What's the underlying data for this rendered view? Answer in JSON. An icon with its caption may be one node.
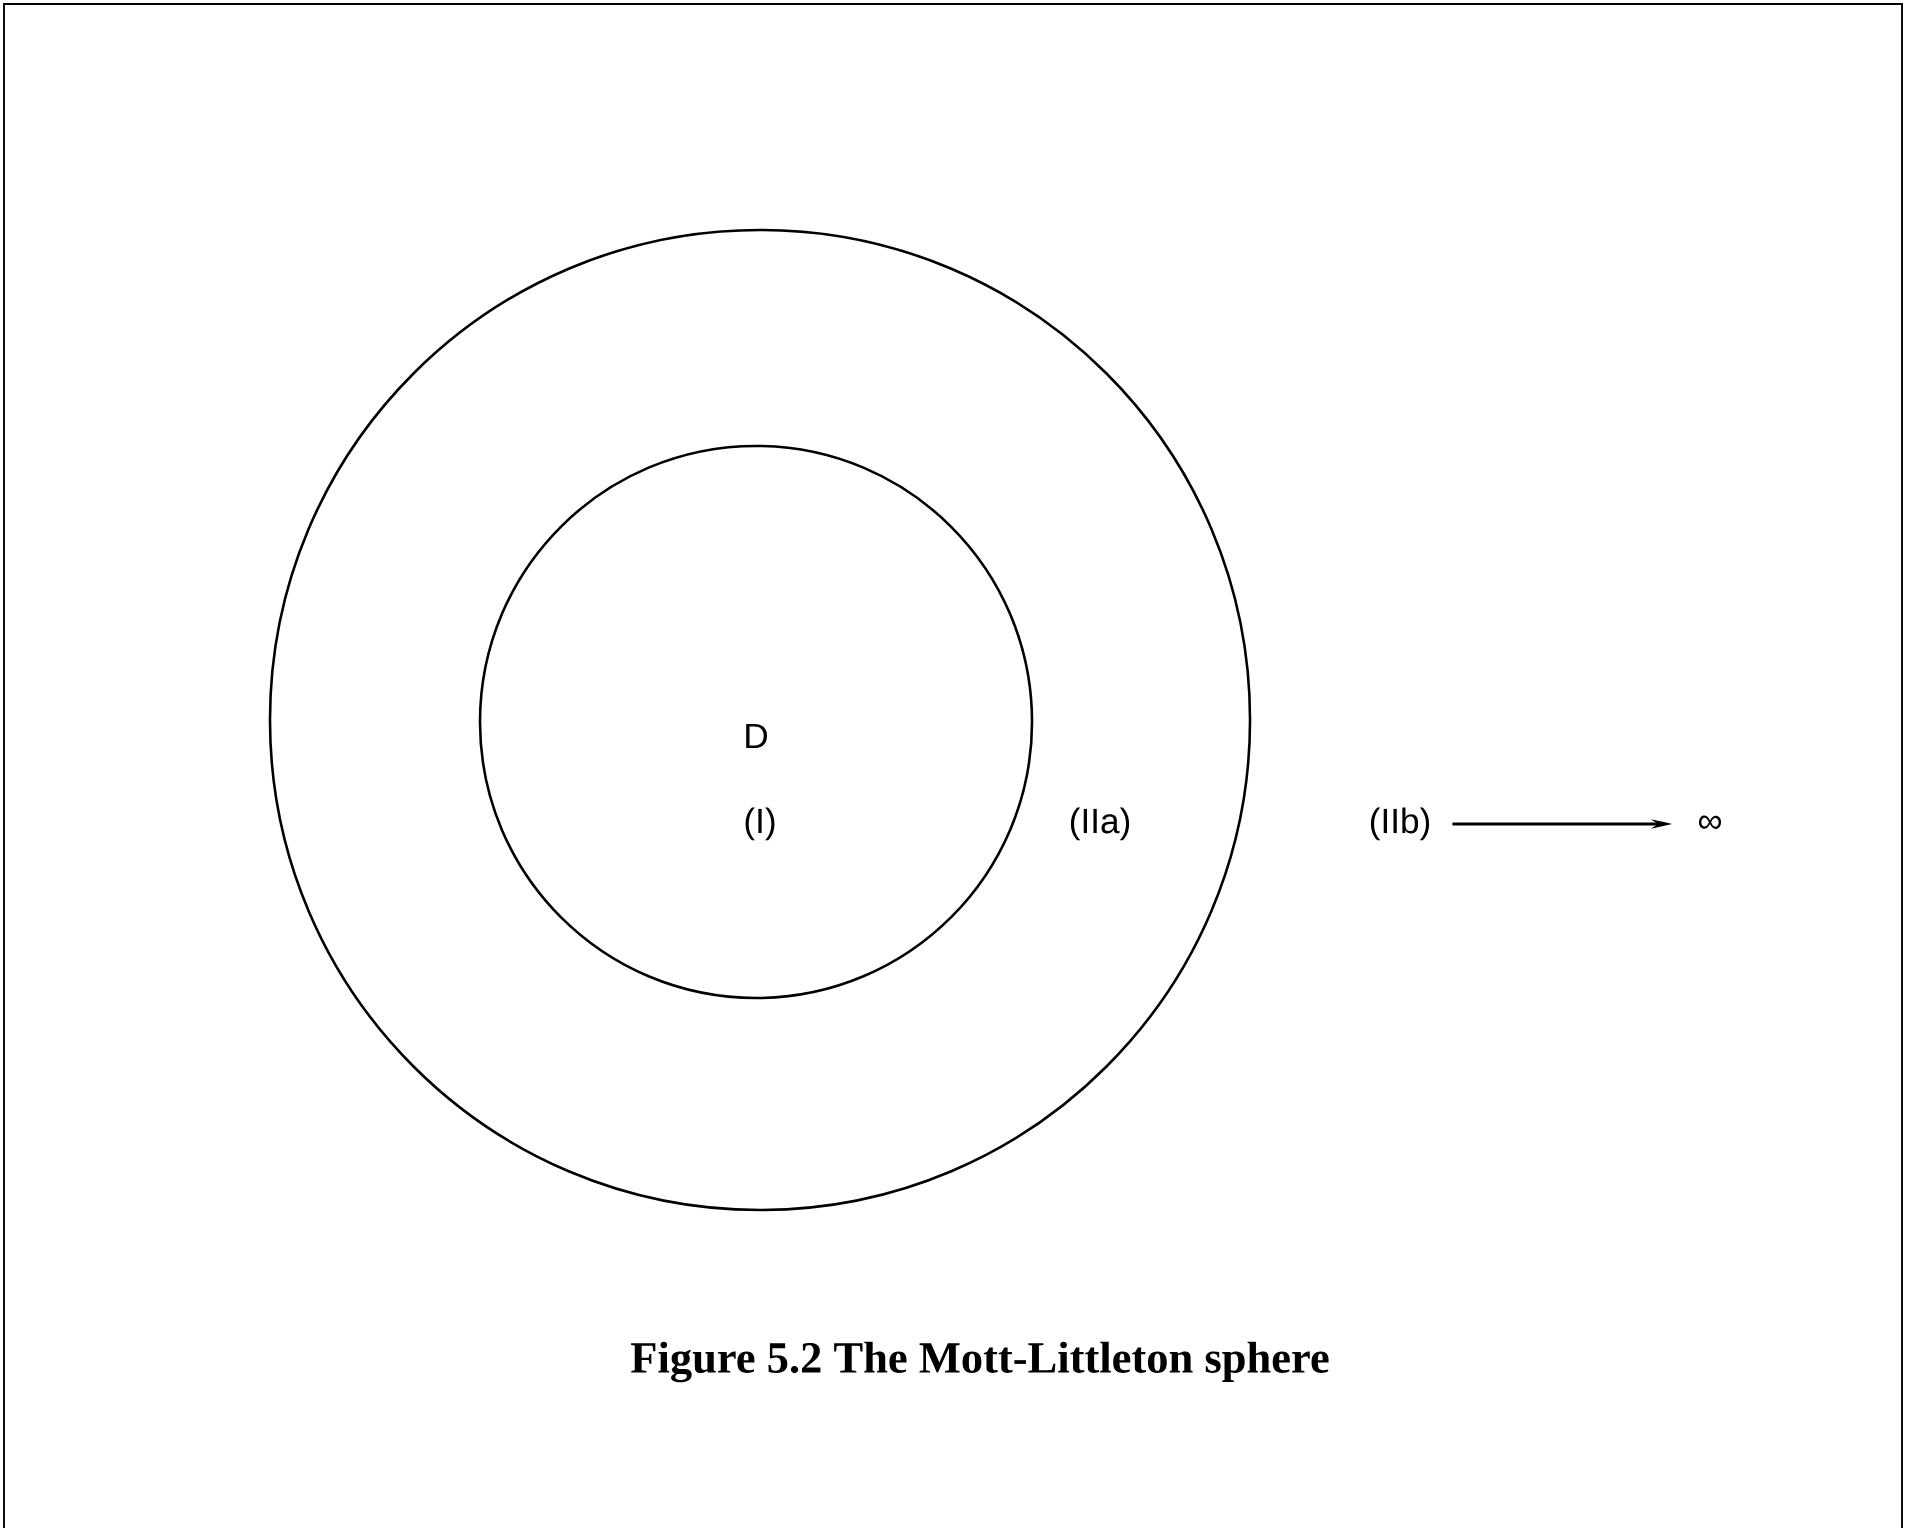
{
  "diagram": {
    "caption": "Figure 5.2 The Mott-Littleton sphere",
    "nodes": [
      {
        "text": [
          "(IIa)"
        ]
      },
      {
        "text": [
          "D",
          "(I)"
        ],
        "in": 0
      },
      {
        "text": [
          "(IIb)"
        ]
      },
      {
        "text": [
          "∞"
        ]
      }
    ],
    "edges": [
      {
        "from": 2,
        "to": 3,
        "arrow": "to"
      }
    ]
  }
}
